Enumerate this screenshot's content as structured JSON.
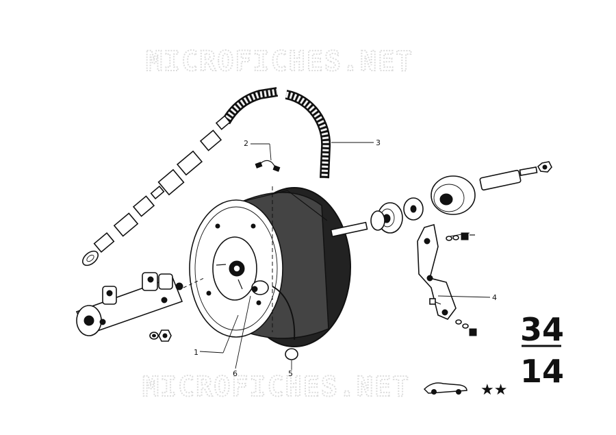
{
  "watermark": {
    "top": "MICROFICHES.NET",
    "bottom": "MICROFICHES.NET"
  },
  "callouts": [
    {
      "id": "callout-1",
      "label": "1"
    },
    {
      "id": "callout-2",
      "label": "2"
    },
    {
      "id": "callout-3",
      "label": "3"
    },
    {
      "id": "callout-4",
      "label": "4"
    },
    {
      "id": "callout-5",
      "label": "5"
    },
    {
      "id": "callout-6",
      "label": "6"
    }
  ],
  "group_code": {
    "main": "34",
    "sub": "14"
  },
  "footer_symbols": {
    "stars": "★★"
  }
}
